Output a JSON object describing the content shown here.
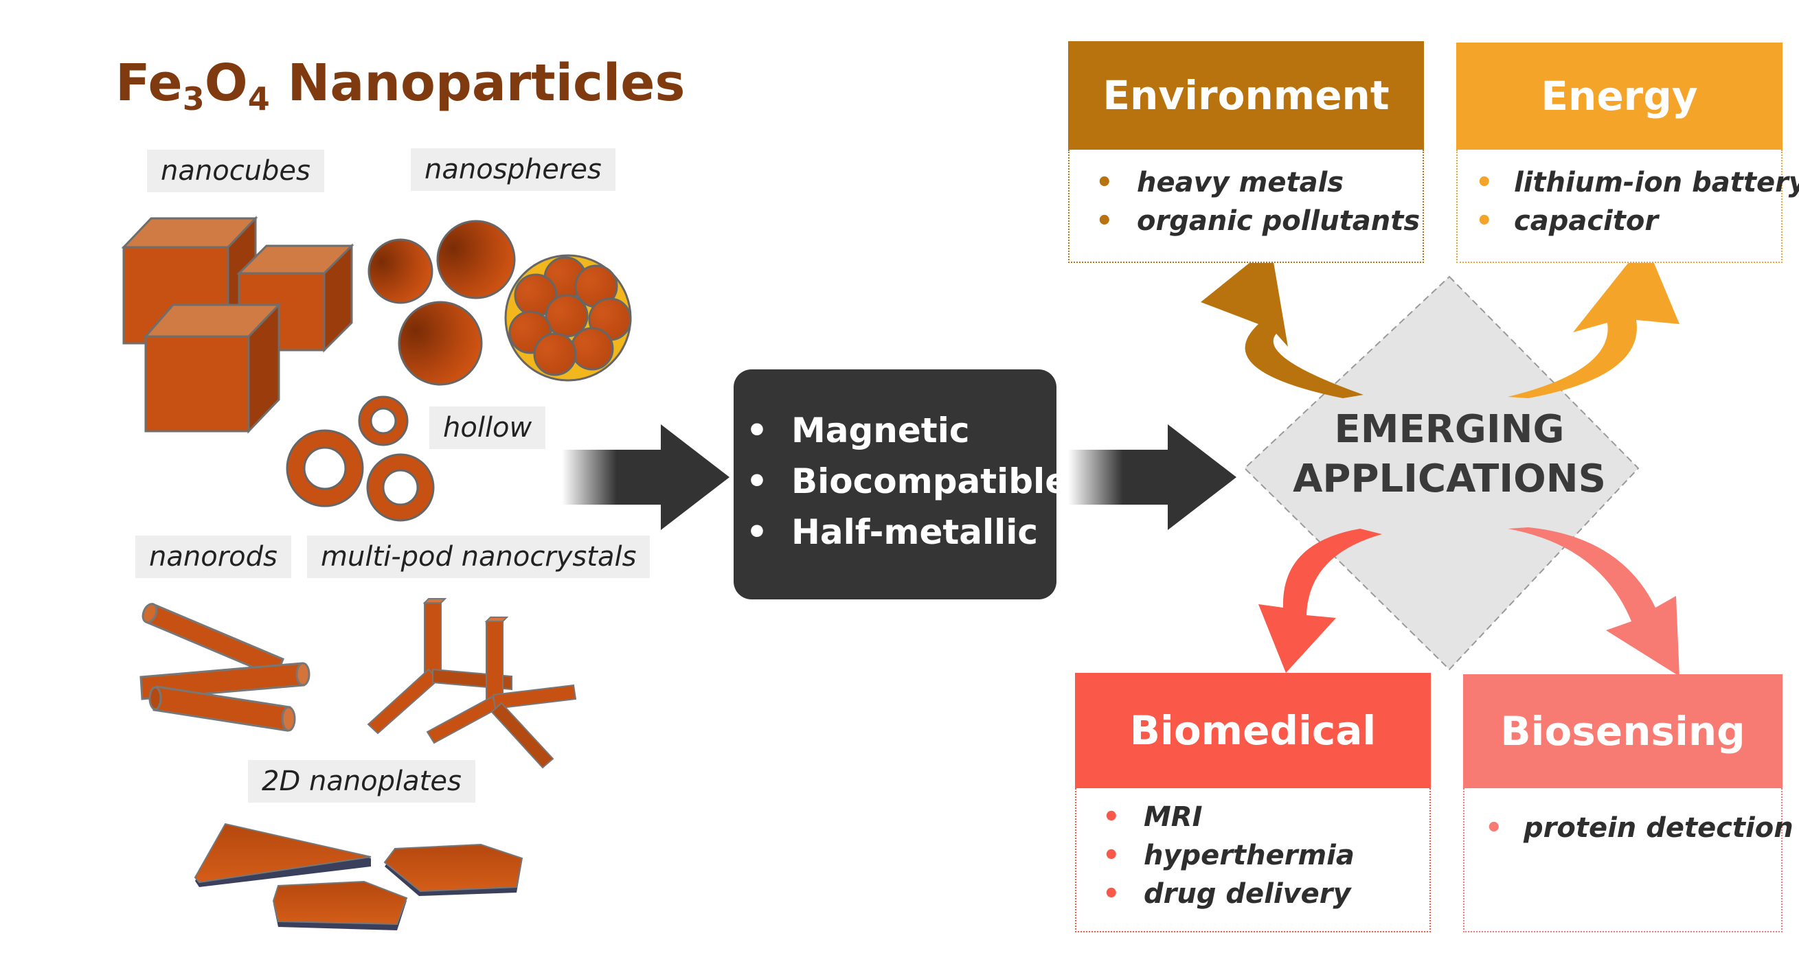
{
  "title": {
    "prefix": "Fe",
    "sub1": "3",
    "mid": "O",
    "sub2": "4",
    "rest": " Nanoparticles"
  },
  "shapes": [
    {
      "id": "nanocubes",
      "label": "nanocubes"
    },
    {
      "id": "nanospheres",
      "label": "nanospheres"
    },
    {
      "id": "hollow",
      "label": "hollow"
    },
    {
      "id": "nanorods",
      "label": "nanorods"
    },
    {
      "id": "multipod",
      "label": "multi-pod nanocrystals"
    },
    {
      "id": "nanoplates",
      "label": "2D nanoplates"
    }
  ],
  "properties": [
    "Magnetic",
    "Biocompatible",
    "Half-metallic"
  ],
  "center": {
    "line1": "EMERGING",
    "line2": "APPLICATIONS"
  },
  "applications": [
    {
      "id": "environment",
      "name": "Environment",
      "color": "#b8730e",
      "bullet_color": "#b8730e",
      "items": [
        "heavy metals",
        "organic pollutants"
      ]
    },
    {
      "id": "energy",
      "name": "Energy",
      "color": "#f5a42a",
      "bullet_color": "#f5a42a",
      "items": [
        "lithium-ion battery",
        "capacitor"
      ]
    },
    {
      "id": "biomedical",
      "name": "Biomedical",
      "color": "#fa5848",
      "bullet_color": "#fa5848",
      "items": [
        "MRI",
        "hyperthermia",
        "drug delivery"
      ]
    },
    {
      "id": "biosensing",
      "name": "Biosensing",
      "color": "#f77b72",
      "bullet_color": "#f77b72",
      "items": [
        "protein detection"
      ]
    }
  ],
  "colors": {
    "particle": "#c65113",
    "particle_dark": "#9a3c0c",
    "particle_light": "#d9763e",
    "core_fill": "#f2b71c",
    "props_box": "#353535",
    "diamond": "#e4e4e4",
    "arrow_dark": "#333333"
  }
}
